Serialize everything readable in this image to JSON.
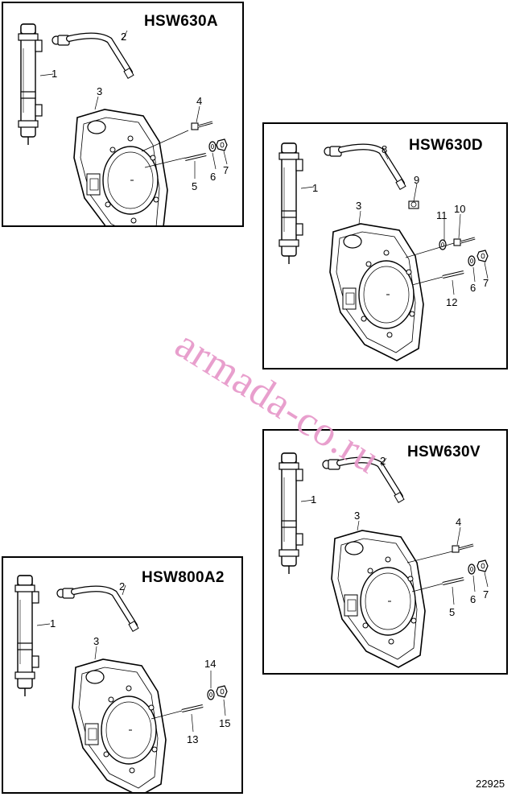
{
  "panels": [
    {
      "title": "HSW630A",
      "labels": [
        "1",
        "2",
        "3",
        "4",
        "5",
        "6",
        "7"
      ]
    },
    {
      "title": "HSW630D",
      "labels": [
        "1",
        "8",
        "9",
        "3",
        "11",
        "10",
        "12",
        "6",
        "7"
      ]
    },
    {
      "title": "HSW630V",
      "labels": [
        "1",
        "2",
        "3",
        "4",
        "5",
        "6",
        "7"
      ]
    },
    {
      "title": "HSW800A2",
      "labels": [
        "1",
        "2",
        "3",
        "14",
        "13",
        "15"
      ]
    }
  ],
  "watermark": "armada-co.ru",
  "catalog_number": "22925"
}
